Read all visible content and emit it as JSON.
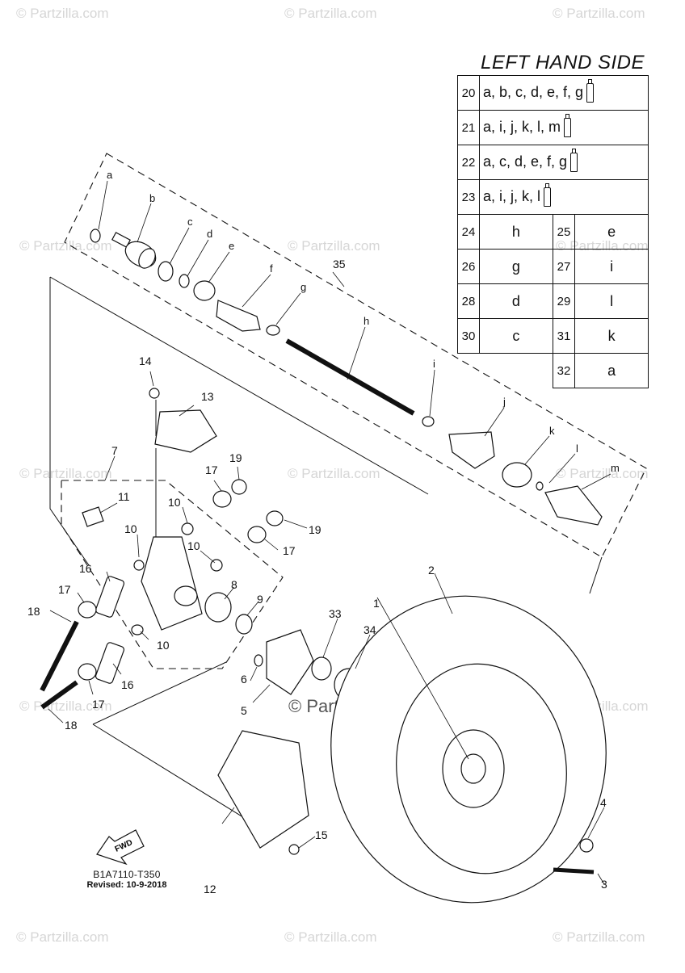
{
  "watermarks": {
    "text": "© Partzilla.com",
    "center_text": "© Partzilla.com"
  },
  "diagram": {
    "title": "LEFT HAND SIDE",
    "reference_code": "B1A7110-T350",
    "revised": "Revised: 10-9-2018",
    "fwd_label": "FWD",
    "callouts": [
      "1",
      "2",
      "3",
      "4",
      "5",
      "6",
      "7",
      "8",
      "9",
      "10",
      "10",
      "10",
      "10",
      "11",
      "12",
      "13",
      "14",
      "15",
      "16",
      "16",
      "17",
      "17",
      "17",
      "17",
      "18",
      "18",
      "19",
      "19",
      "33",
      "34",
      "35"
    ],
    "letter_callouts": [
      "a",
      "b",
      "c",
      "d",
      "e",
      "f",
      "g",
      "h",
      "i",
      "j",
      "k",
      "l",
      "m"
    ]
  },
  "legend": {
    "kit_rows": [
      {
        "num": "20",
        "letters": "a, b, c, d, e, f, g",
        "icon": "grease-tube-icon"
      },
      {
        "num": "21",
        "letters": "a, i, j, k, l, m",
        "icon": "grease-tube-icon"
      },
      {
        "num": "22",
        "letters": "a, c, d, e, f, g",
        "icon": "grease-tube-icon"
      },
      {
        "num": "23",
        "letters": "a, i, j, k, l",
        "icon": "grease-tube-icon"
      }
    ],
    "part_rows": [
      {
        "left_num": "24",
        "left_val": "h",
        "right_num": "25",
        "right_val": "e"
      },
      {
        "left_num": "26",
        "left_val": "g",
        "right_num": "27",
        "right_val": "i"
      },
      {
        "left_num": "28",
        "left_val": "d",
        "right_num": "29",
        "right_val": "l"
      },
      {
        "left_num": "30",
        "left_val": "c",
        "right_num": "31",
        "right_val": "k"
      },
      {
        "left_num": "",
        "left_val": "",
        "right_num": "32",
        "right_val": "a"
      }
    ]
  }
}
